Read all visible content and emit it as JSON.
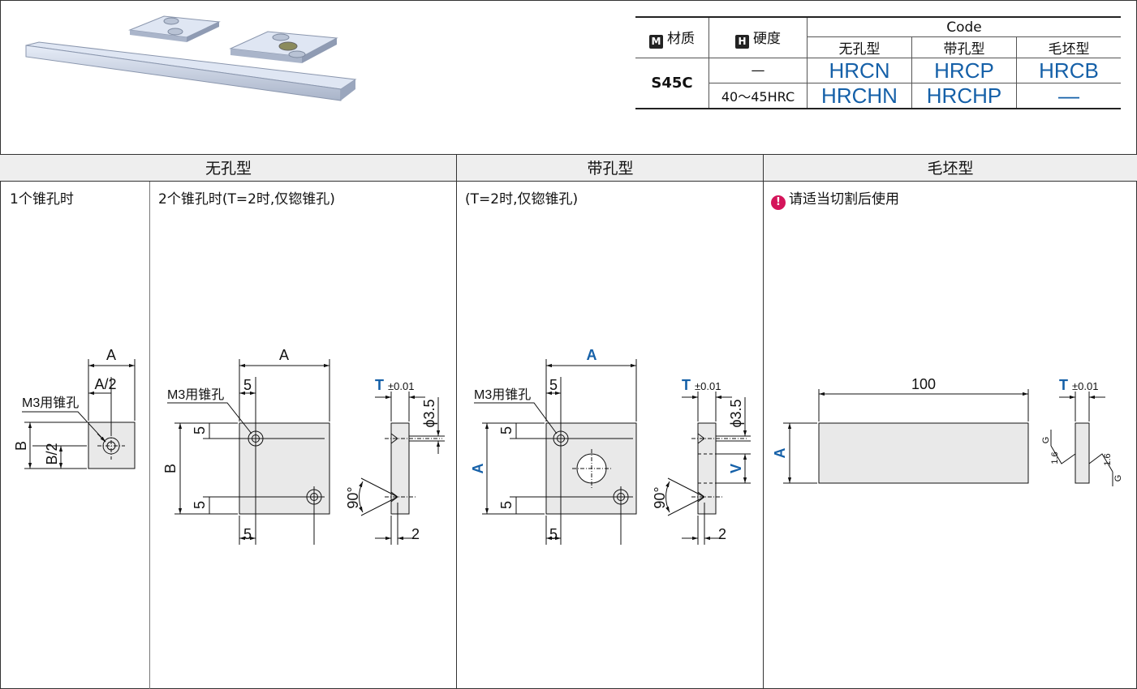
{
  "spec_table": {
    "material_badge": "M",
    "material_header": "材质",
    "hardness_badge": "H",
    "hardness_header": "硬度",
    "code_header": "Code",
    "type_headers": [
      "无孔型",
      "带孔型",
      "毛坯型"
    ],
    "material": "S45C",
    "rows": [
      {
        "hardness": "—",
        "codes": [
          "HRCN",
          "HRCP",
          "HRCB"
        ]
      },
      {
        "hardness": "40～45HRC",
        "codes": [
          "HRCHN",
          "HRCHP",
          "—"
        ]
      }
    ]
  },
  "sections": {
    "no_hole": "无孔型",
    "with_hole": "带孔型",
    "blank": "毛坯型"
  },
  "notes": {
    "one_hole": "1个锥孔时",
    "two_hole": "2个锥孔时(T=2时,仅锪锥孔)",
    "with_hole": "(T=2时,仅锪锥孔)",
    "blank_icon": "!",
    "blank": "请适当切割后使用"
  },
  "drawing1": {
    "A": "A",
    "A_half": "A/2",
    "callout": "M3用锥孔",
    "B": "B",
    "B_half": "B/2"
  },
  "drawing2": {
    "A": "A",
    "five_top": "5",
    "callout": "M3用锥孔",
    "five_left_top": "5",
    "B": "B",
    "five_left_bottom": "5",
    "five_bottom": "5"
  },
  "side2": {
    "T": "T",
    "tol": "±0.01",
    "dia": "ϕ3.5",
    "angle": "90°",
    "two": "2"
  },
  "drawing3": {
    "A_top": "A",
    "five_top": "5",
    "callout": "M3用锥孔",
    "five_left_top": "5",
    "A_left": "A",
    "five_left_bottom": "5",
    "five_bottom": "5"
  },
  "side3": {
    "T": "T",
    "tol": "±0.01",
    "dia": "ϕ3.5",
    "V": "V",
    "angle": "90°",
    "two": "2"
  },
  "drawing4": {
    "length": "100",
    "A": "A"
  },
  "side4": {
    "T": "T",
    "tol": "±0.01",
    "G_left": "G",
    "rough_left": "1.6",
    "G_right": "G",
    "rough_right": "1.6"
  },
  "colors": {
    "code_blue": "#1560a8",
    "header_gray": "#eeeeee",
    "warning_pink": "#d4145a"
  }
}
